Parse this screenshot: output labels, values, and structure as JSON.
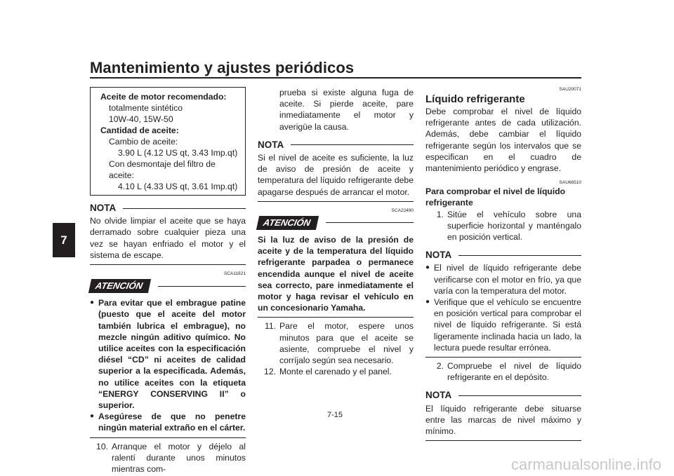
{
  "header": {
    "title": "Mantenimiento y ajustes periódicos",
    "chapter": "7"
  },
  "col1": {
    "box": {
      "oil_label": "Aceite de motor recomendado:",
      "oil_type": "totalmente sintético",
      "oil_grade": "10W-40, 15W-50",
      "qty_label": "Cantidad de aceite:",
      "change_label": "Cambio de aceite:",
      "change_value": "3.90 L (4.12 US qt, 3.43 Imp.qt)",
      "filter_label": "Con desmontaje del filtro de aceite:",
      "filter_value": "4.10 L (4.33 US qt, 3.61 Imp.qt)"
    },
    "nota_heading": "NOTA",
    "nota_text": "No olvide limpiar el aceite que se haya derramado sobre cualquier pieza una vez se hayan enfriado el motor y el sistema de escape.",
    "code": "SCA11621",
    "attention_heading": "ATENCIÓN",
    "bullets": [
      "Para evitar que el embrague patine (puesto que el aceite del motor también lubrica el embrague), no mezcle ningún aditivo químico. No utilice aceites con la especificación diésel “CD” ni aceites de calidad superior a la especificada. Además, no utilice aceites con la etiqueta “ENERGY CONSERVING II” o superior.",
      "Asegúrese de que no penetre ningún material extraño en el cárter."
    ],
    "step10_num": "10.",
    "step10_text": "Arranque el motor y déjelo al ralentí durante unos minutos mientras com-"
  },
  "col2": {
    "step10_cont": "prueba si existe alguna fuga de aceite. Si pierde aceite, pare inmediatamente el motor y averigüe la causa.",
    "nota_heading": "NOTA",
    "nota_text": "Si el nivel de aceite es suficiente, la luz de aviso de presión de aceite y temperatura del líquido refrigerante debe apagarse después de arrancar el motor.",
    "code": "SCA22490",
    "attention_heading": "ATENCIÓN",
    "attention_text": "Si la luz de aviso de la presión de aceite y de la temperatura del líquido refrigerante parpadea o permanece encendida aunque el nivel de aceite sea correcto, pare inmediatamente el motor y haga revisar el vehículo en un concesionario Yamaha.",
    "steps": [
      {
        "num": "11.",
        "text": "Pare el motor, espere unos minutos para que el aceite se asiente, compruebe el nivel y corríjalo según sea necesario."
      },
      {
        "num": "12.",
        "text": "Monte el carenado y el panel."
      }
    ]
  },
  "col3": {
    "code1": "SAU20071",
    "heading": "Líquido refrigerante",
    "intro": "Debe comprobar el nivel de líquido refrigerante antes de cada utilización. Además, debe cambiar el líquido refrigerante según los intervalos que se especifican en el cuadro de mantenimiento periódico y engrase.",
    "code2": "SAU66510",
    "subheading": "Para comprobar el nivel de líquido refrigerante",
    "step1_num": "1.",
    "step1_text": "Sitúe el vehículo sobre una superficie horizontal y manténgalo en posición vertical.",
    "nota_heading": "NOTA",
    "nota_bullets": [
      "El nivel de líquido refrigerante debe verificarse con el motor en frío, ya que varía con la temperatura del motor.",
      "Verifique que el vehículo se encuentre en posición vertical para comprobar el nivel de líquido refrigerante. Si está ligeramente inclinada hacia un lado, la lectura puede resultar errónea."
    ],
    "step2_num": "2.",
    "step2_text": "Compruebe el nivel de líquido refrigerante en el depósito.",
    "nota2_heading": "NOTA",
    "nota2_text": "El líquido refrigerante debe situarse entre las marcas de nivel máximo y mínimo."
  },
  "footer": {
    "page_number": "7-15",
    "watermark": "carmanualsonline.info"
  }
}
